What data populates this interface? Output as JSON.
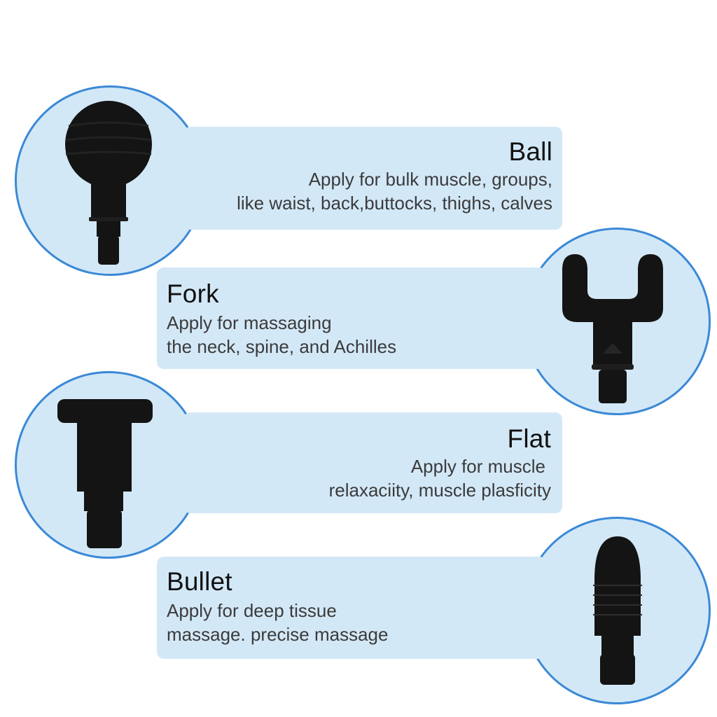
{
  "colors": {
    "panel": "#d3e8f7",
    "circle_outline": "#3b89d6",
    "title": "#111111",
    "description": "#3b3b3b",
    "attachment": "#141414"
  },
  "attachments": [
    {
      "name": "Ball",
      "icon": "ball-massage-head-icon",
      "lines": [
        "Apply for bulk muscle, groups,",
        "like waist, back,buttocks, thighs, calves"
      ]
    },
    {
      "name": "Fork",
      "icon": "fork-massage-head-icon",
      "lines": [
        "Apply for massaging",
        "the neck, spine, and Achilles"
      ]
    },
    {
      "name": "Flat",
      "icon": "flat-massage-head-icon",
      "lines": [
        "Apply for muscle",
        "relaxaciity, muscle plasficity"
      ]
    },
    {
      "name": "Bullet",
      "icon": "bullet-massage-head-icon",
      "lines": [
        "Apply for deep tissue",
        "massage. precise massage"
      ]
    }
  ]
}
